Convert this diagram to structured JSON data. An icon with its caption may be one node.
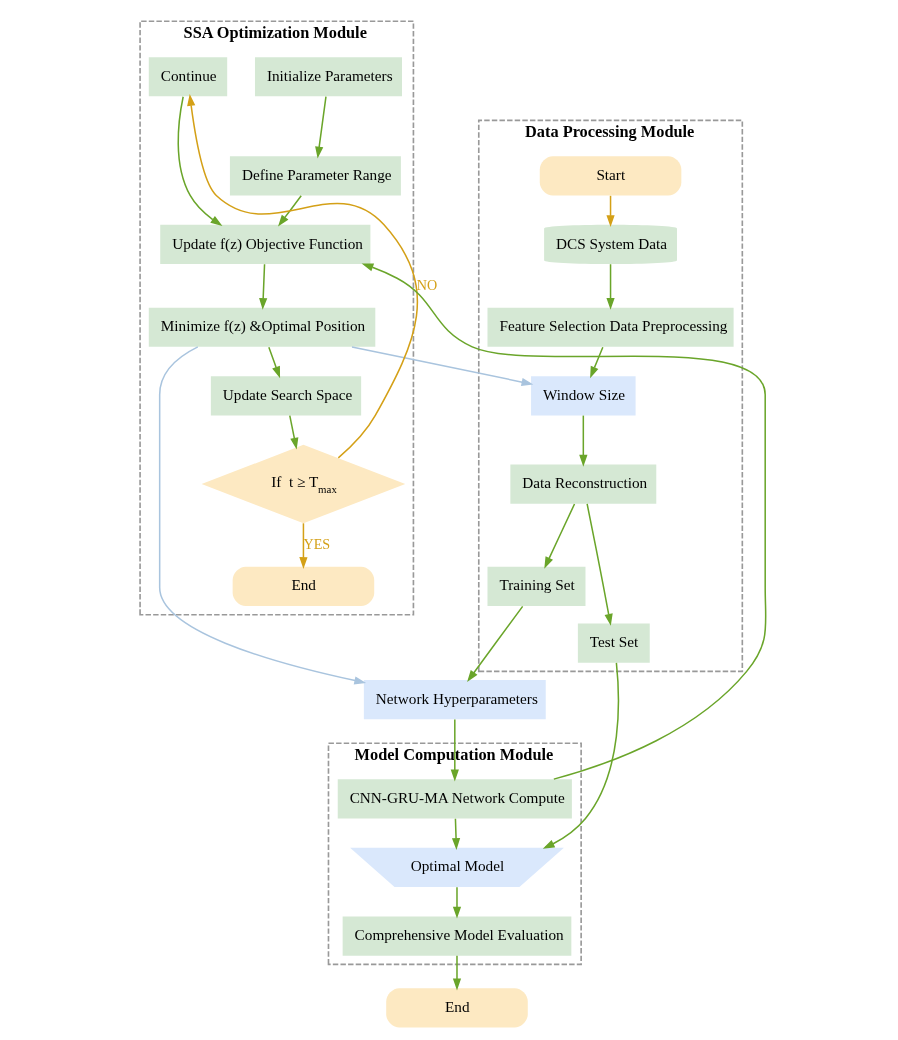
{
  "diagram": {
    "nodes": [
      {
        "text": [
          "SSA Optimization Module"
        ]
      },
      {
        "text": [
          "Initialize Parameters"
        ],
        "in": 0
      },
      {
        "text": [
          "Define Parameter Range"
        ],
        "in": 0
      },
      {
        "text": [
          "Update f(z) Objective Function"
        ],
        "in": 0
      },
      {
        "text": [
          "Minimize f(z) &Optimal Position"
        ],
        "in": 0
      },
      {
        "text": [
          "Update Search Space"
        ],
        "in": 0
      },
      {
        "text": [
          "Continue"
        ],
        "in": 0
      },
      {
        "text": [
          "If  t ≥ T$_{max}$"
        ],
        "in": 0
      },
      {
        "text": [
          "End"
        ],
        "in": 0
      },
      {
        "text": [
          "Data Processing Module"
        ]
      },
      {
        "text": [
          "Start"
        ],
        "in": 9
      },
      {
        "text": [
          "DCS System Data"
        ],
        "in": 9
      },
      {
        "text": [
          "Feature Selection Data Preprocessing"
        ],
        "in": 9
      },
      {
        "text": [
          "Window Size"
        ],
        "in": 9
      },
      {
        "text": [
          "Data Reconstruction"
        ],
        "in": 9
      },
      {
        "text": [
          "Training Set"
        ],
        "in": 9
      },
      {
        "text": [
          "Test Set"
        ],
        "in": 9
      },
      {
        "text": [
          "Network Hyperparameters"
        ]
      },
      {
        "text": [
          "Model Computation Module"
        ]
      },
      {
        "text": [
          "CNN-GRU-MA Network Compute"
        ],
        "in": 18
      },
      {
        "text": [
          "Optimal Model"
        ],
        "in": 18
      },
      {
        "text": [
          "Comprehensive Model Evaluation"
        ],
        "in": 18
      },
      {
        "text": [
          "End"
        ]
      }
    ],
    "edges": [
      {
        "from": 1,
        "to": 2,
        "arrow": "to"
      },
      {
        "from": 2,
        "to": 3,
        "arrow": "to"
      },
      {
        "from": 3,
        "to": 4,
        "arrow": "to"
      },
      {
        "from": 4,
        "to": 5,
        "arrow": "to"
      },
      {
        "from": 5,
        "to": 7,
        "arrow": "to"
      },
      {
        "from": 7,
        "to": 6,
        "arrow": "to",
        "label": "NO",
        "color": "#d4a017"
      },
      {
        "from": 6,
        "to": 3,
        "arrow": "to"
      },
      {
        "from": 7,
        "to": 8,
        "arrow": "to",
        "label": "YES",
        "color": "#d4a017"
      },
      {
        "from": 10,
        "to": 11,
        "arrow": "to",
        "color": "#d4a017"
      },
      {
        "from": 11,
        "to": 12,
        "arrow": "to"
      },
      {
        "from": 12,
        "to": 13,
        "arrow": "to"
      },
      {
        "from": 13,
        "to": 14,
        "arrow": "to"
      },
      {
        "from": 14,
        "to": 15,
        "arrow": "to"
      },
      {
        "from": 14,
        "to": 16,
        "arrow": "to"
      },
      {
        "from": 4,
        "to": 13,
        "arrow": "to",
        "color": "#a9c4de"
      },
      {
        "from": 4,
        "to": 17,
        "arrow": "to",
        "color": "#a9c4de"
      },
      {
        "from": 15,
        "to": 17,
        "arrow": "to"
      },
      {
        "from": 17,
        "to": 19,
        "arrow": "to"
      },
      {
        "from": 16,
        "to": 20,
        "arrow": "to"
      },
      {
        "from": 19,
        "to": 20,
        "arrow": "to"
      },
      {
        "from": 19,
        "to": 3,
        "arrow": "to"
      },
      {
        "from": 20,
        "to": 21,
        "arrow": "to"
      },
      {
        "from": 21,
        "to": 22,
        "arrow": "to"
      }
    ]
  }
}
